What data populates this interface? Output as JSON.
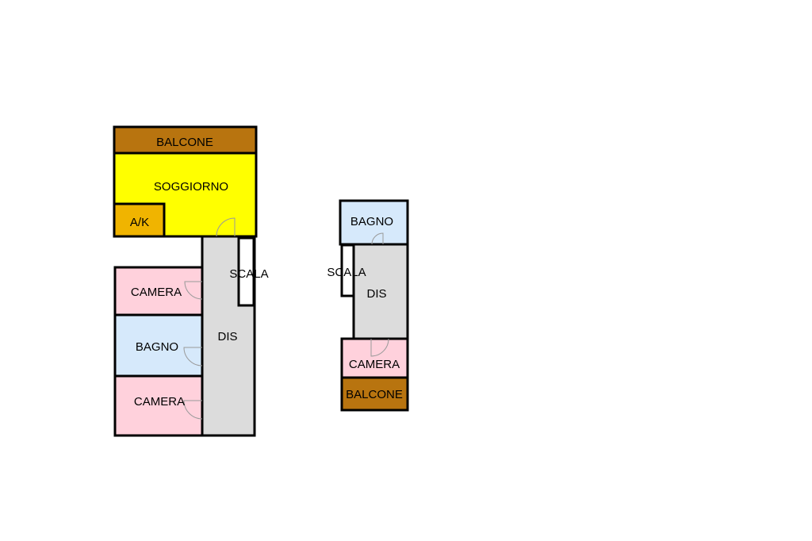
{
  "floorplan": {
    "colors": {
      "balcone": "#b8740f",
      "soggiorno": "#ffff00",
      "cucina": "#f0b400",
      "camera": "#ffd1dc",
      "bagno": "#d6e9fb",
      "dis": "#dcdcdc",
      "scala": "#ffffff"
    },
    "left_unit": {
      "balcone": "BALCONE",
      "soggiorno": "SOGGIORNO",
      "cucina": "A/K",
      "scala": "SCALA",
      "camera_top": "CAMERA",
      "bagno": "BAGNO",
      "camera_bottom": "CAMERA",
      "dis": "DIS"
    },
    "right_unit": {
      "bagno": "BAGNO",
      "scala": "SCALA",
      "dis": "DIS",
      "camera": "CAMERA",
      "balcone": "BALCONE"
    }
  }
}
